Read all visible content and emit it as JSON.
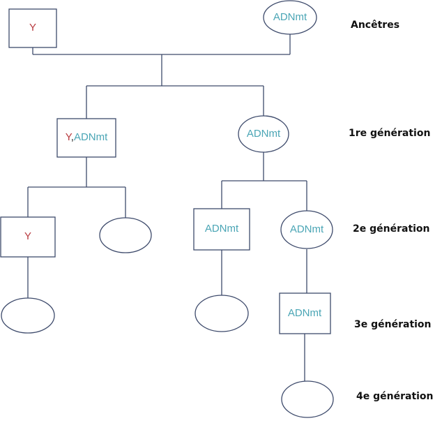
{
  "nodes": {
    "ancestor_male": {
      "y": "Y"
    },
    "ancestor_female": {
      "mt": "ADNmt"
    },
    "gen1_male": {
      "y": "Y",
      "sep": ",",
      "mt": "ADNmt"
    },
    "gen1_female": {
      "mt": "ADNmt"
    },
    "gen2_male_a": {
      "y": "Y"
    },
    "gen2_male_b": {
      "mt": "ADNmt"
    },
    "gen2_female": {
      "mt": "ADNmt"
    },
    "gen3_male": {
      "mt": "ADNmt"
    }
  },
  "generations": {
    "ancestors": "Ancêtres",
    "gen1": "1re génération",
    "gen2": "2e génération",
    "gen3": "3e génération",
    "gen4": "4e génération"
  },
  "colors": {
    "y_chromosome": "#b83a3f",
    "mitochondrial_dna": "#4aa5b5",
    "outline": "#3d4a6b"
  }
}
